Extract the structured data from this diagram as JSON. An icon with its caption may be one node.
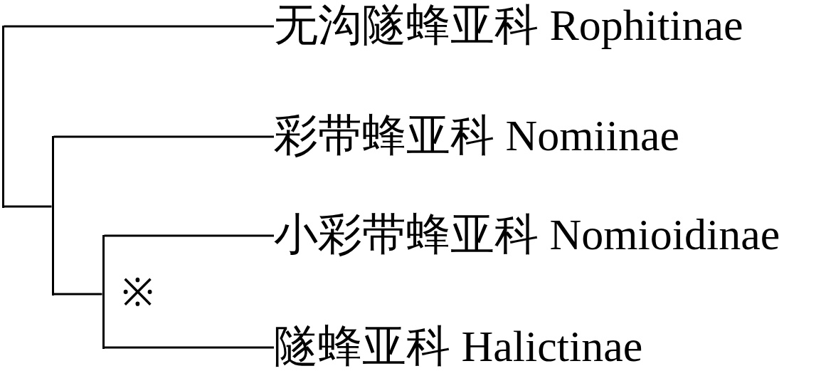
{
  "diagram": {
    "nodes": [
      {
        "text": [],
        "shape": "bar"
      },
      {
        "text": [],
        "shape": "bar"
      },
      {
        "text": [],
        "shape": "bar"
      },
      {
        "text": [
          "无沟隧蜂亚科 Rophitinae"
        ]
      },
      {
        "text": [
          "彩带蜂亚科 Nomiinae"
        ]
      },
      {
        "text": [
          "小彩带蜂亚科 Nomioidinae"
        ]
      },
      {
        "text": [
          "隧蜂亚科 Halictinae"
        ]
      }
    ],
    "edges": [
      {
        "from": 0,
        "to": 3,
        "arrow": "none"
      },
      {
        "from": 0,
        "to": 1,
        "arrow": "none"
      },
      {
        "from": 1,
        "to": 4,
        "arrow": "none"
      },
      {
        "from": 1,
        "to": 2,
        "arrow": "none"
      },
      {
        "from": 2,
        "to": 5,
        "arrow": "none"
      },
      {
        "from": 2,
        "to": 6,
        "arrow": "none"
      }
    ],
    "labels": [
      "※"
    ]
  }
}
